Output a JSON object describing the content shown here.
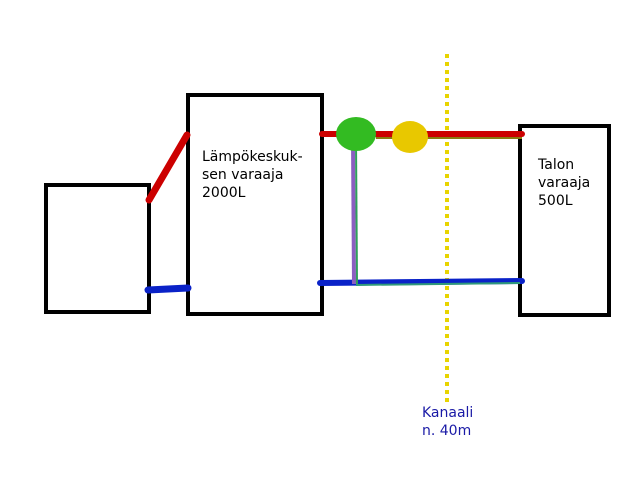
{
  "diagram": {
    "boiler_box": {},
    "large_tank": {
      "label": "Lämpökeskuk-\nsen varaaja\n2000L"
    },
    "small_tank": {
      "label": "Talon\nvaraaja\n500L"
    },
    "canal": {
      "label": "Kanaali\nn. 40m"
    },
    "colors": {
      "outline": "#000000",
      "hot_pipe": "#cc0000",
      "cold_pipe": "#0a22c8",
      "supply_overlay": "#8a7a10",
      "return_overlay": "#2f9a7a",
      "vertical_pipe": "#8a5fc0",
      "vertical_overlay": "#2fa05a",
      "pump_marker": "#33bb22",
      "valve_marker": "#e8c800",
      "canal_line": "#e8d400",
      "canal_text": "#1a1aa6"
    }
  }
}
